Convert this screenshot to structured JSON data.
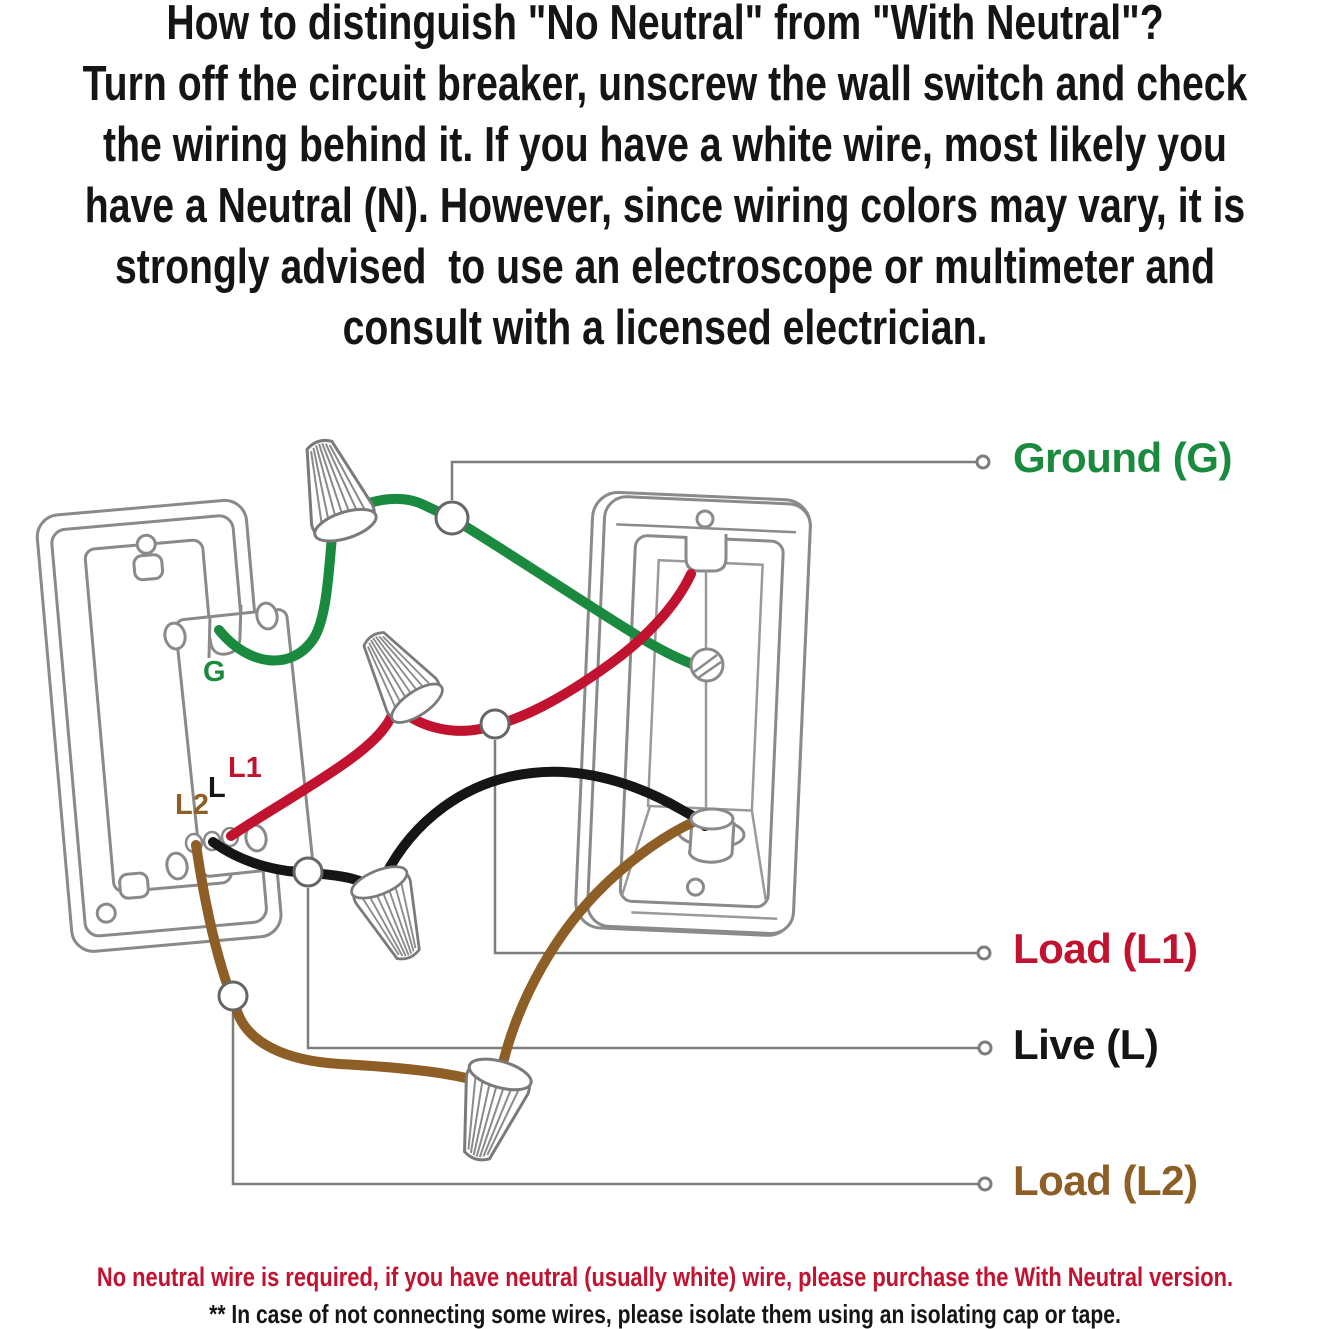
{
  "header": {
    "text": "How to distinguish \"No Neutral\" from \"With Neutral\"?\nTurn off the circuit breaker, unscrew the wall switch and check\nthe wiring behind it. If you have a white wire, most likely you\nhave a Neutral (N). However, since wiring colors may vary, it is\nstrongly advised  to use an electroscope or multimeter and\nconsult with a licensed electrician."
  },
  "diagram": {
    "wire_labels": {
      "ground": "Ground (G)",
      "load1": "Load (L1)",
      "live": "Live (L)",
      "load2": "Load (L2)"
    },
    "terminal_labels": {
      "g": "G",
      "l1": "L1",
      "l": "L",
      "l2": "L2"
    }
  },
  "notes": {
    "red": "No neutral wire is required, if you have neutral (usually white) wire, please purchase the With Neutral version.",
    "black": "** In case of not connecting some wires, please isolate them using an isolating cap or tape."
  },
  "colors": {
    "ground_green": "#1a8a3e",
    "load1_red": "#c1122f",
    "live_black": "#151515",
    "load2_brown": "#8d5e25",
    "outline_gray": "#8a8a8a",
    "leader_gray": "#7d7d7d",
    "note_red": "#c1122f"
  }
}
